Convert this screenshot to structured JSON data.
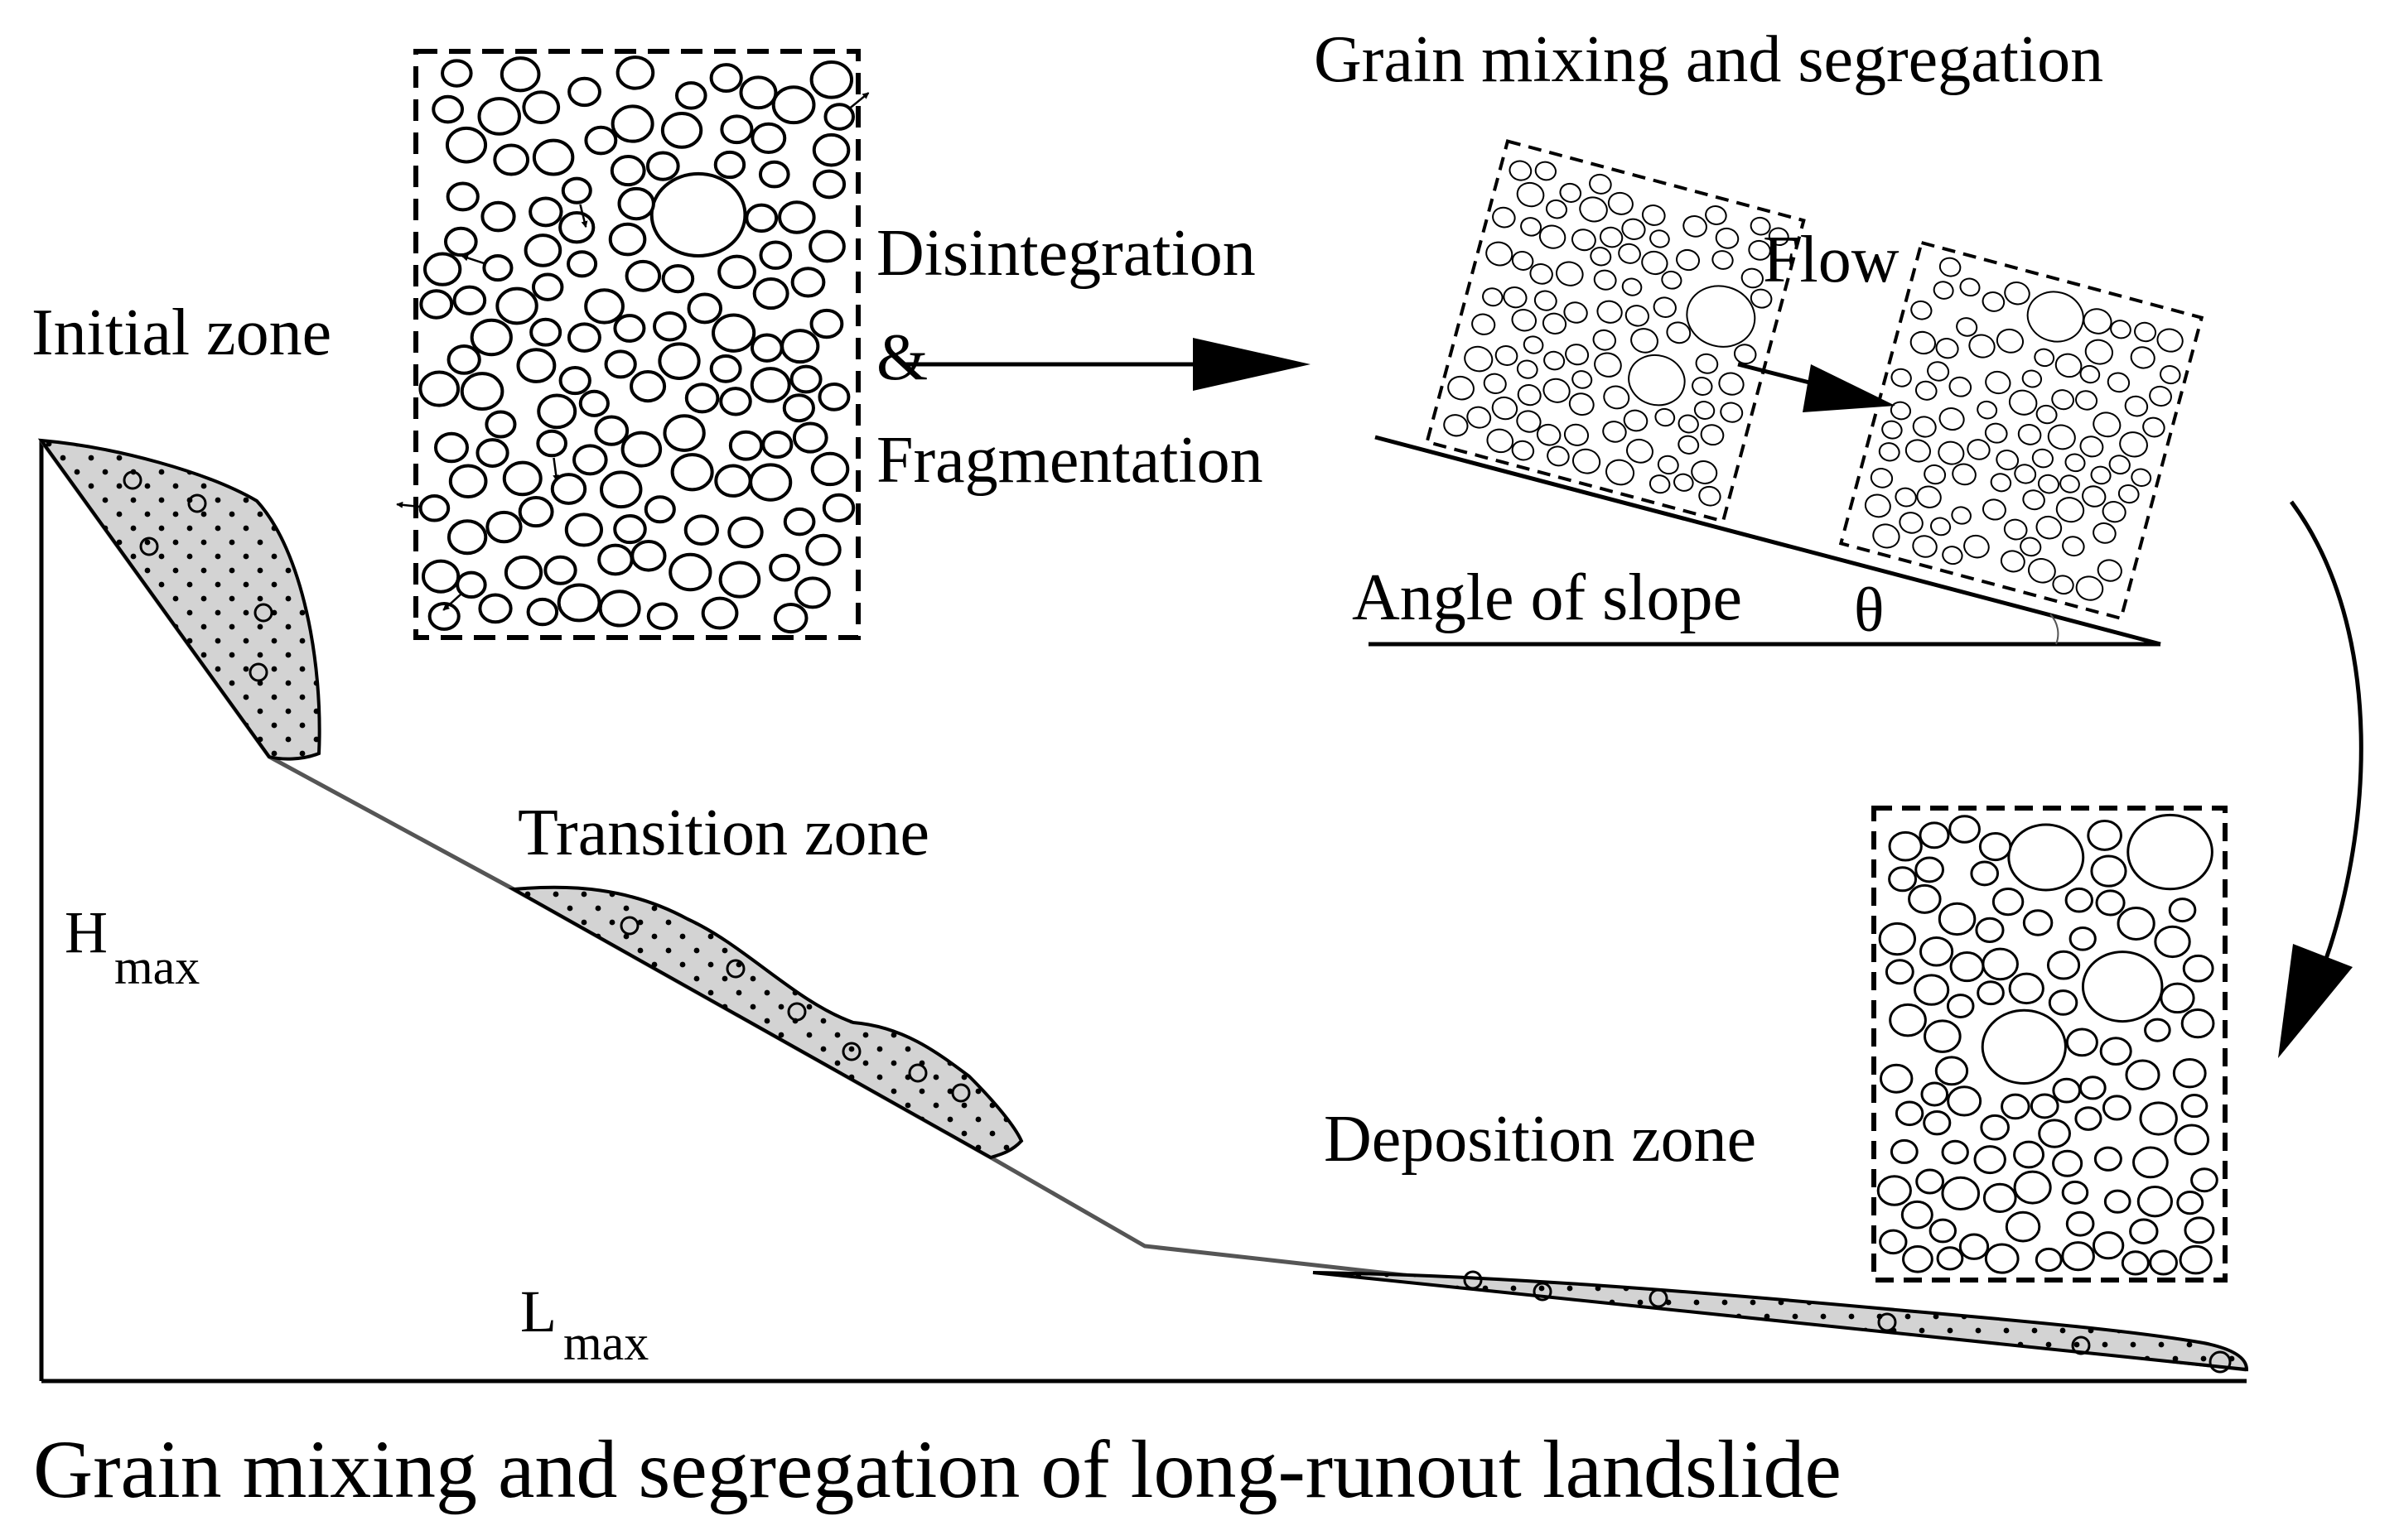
{
  "labels": {
    "initial_zone": "Initial zone",
    "transition_zone": "Transition zone",
    "deposition_zone": "Deposition zone",
    "h_max_base": "H",
    "h_max_sub": "max",
    "l_max_base": "L",
    "l_max_sub": "max",
    "process_line1": "Disintegration",
    "process_line2": "&",
    "process_line3": "Fragmentation",
    "mixing_title": "Grain mixing and segregation",
    "flow": "Flow",
    "angle_of_slope": "Angle of slope",
    "theta": "θ",
    "bottom_title": "Grain mixing and segregation of long-runout landslide"
  },
  "colors": {
    "ink": "#000000",
    "deposit_fill": "#d3d3d3",
    "terrain_line": "#555555",
    "background": "#ffffff"
  }
}
